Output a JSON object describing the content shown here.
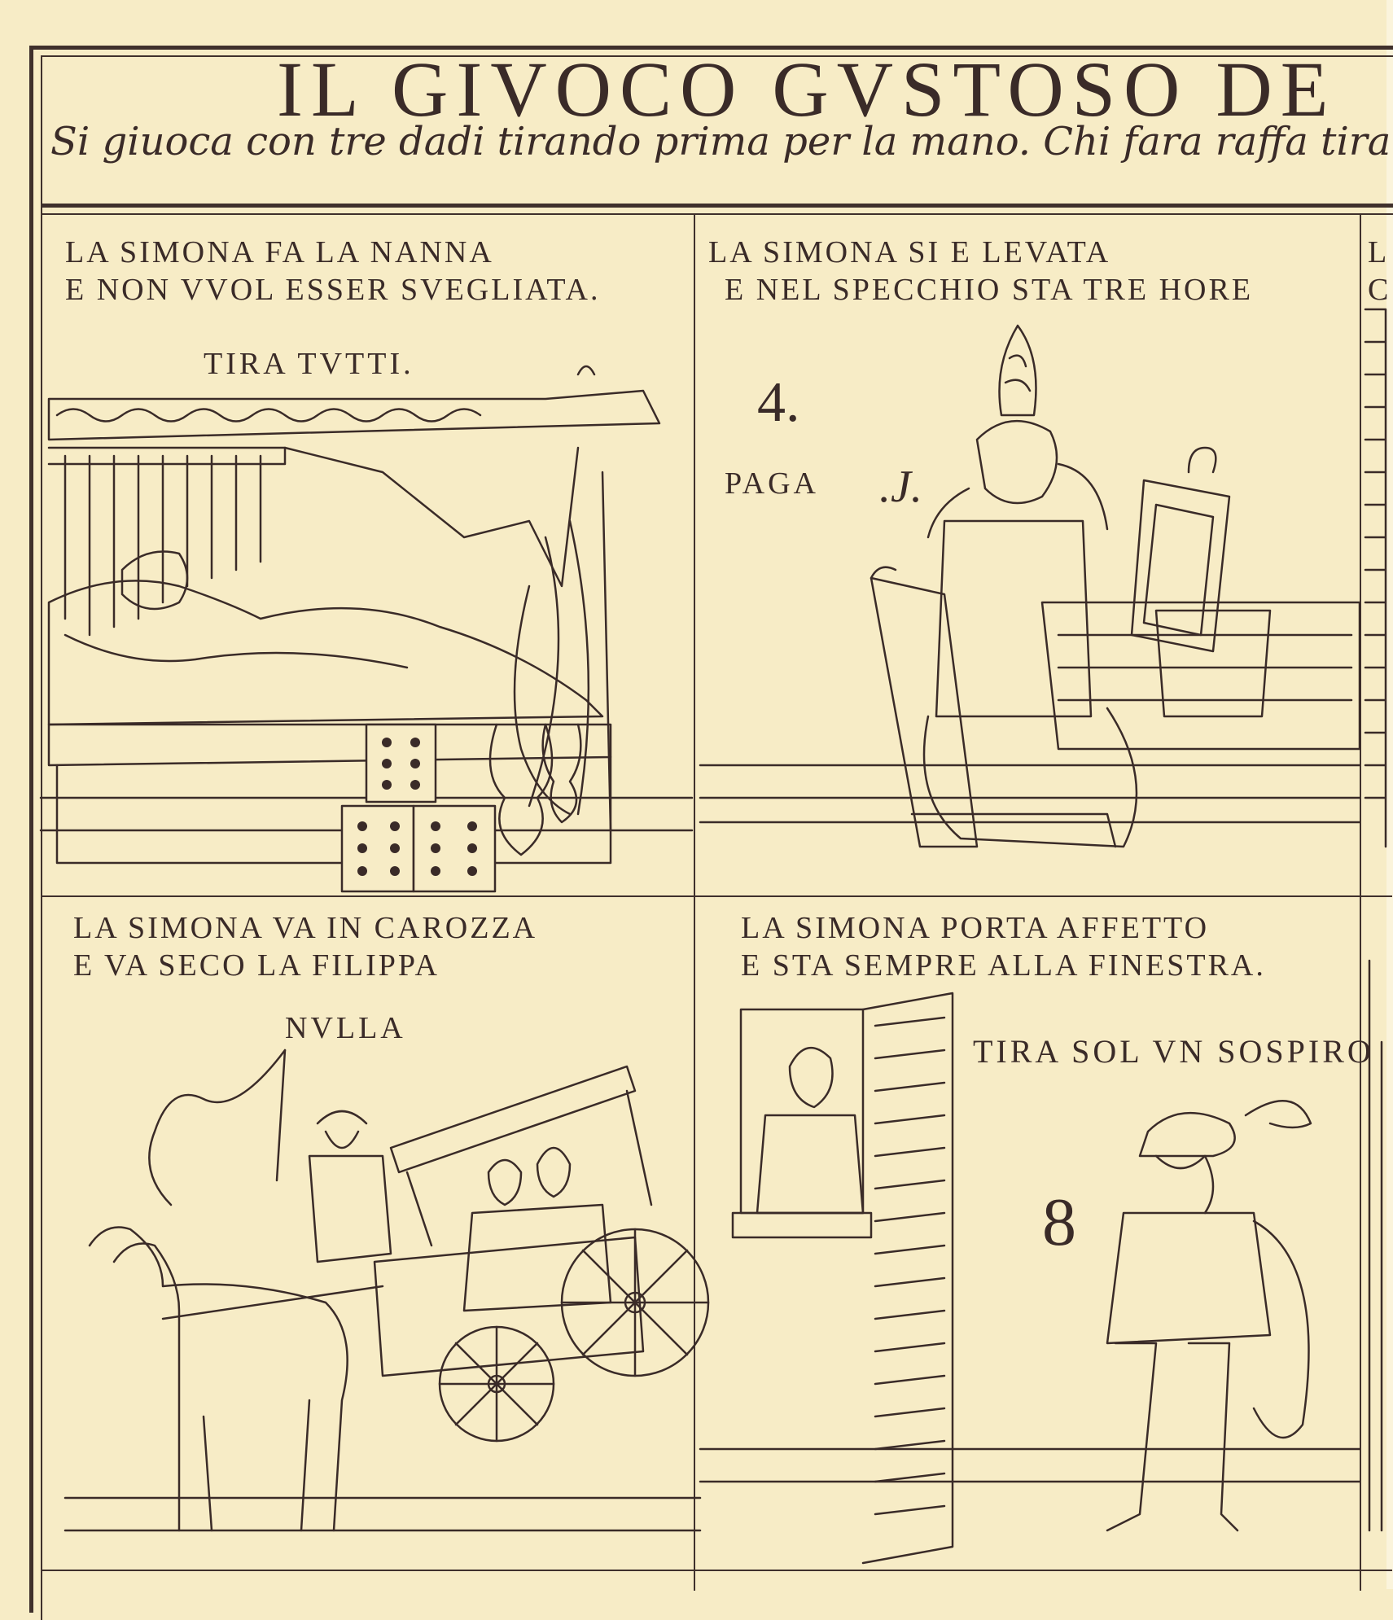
{
  "header": {
    "title": "IL GIVOCO GVSTOSO DE",
    "subtitle": "Si giuoca con tre dadi tirando prima per la mano. Chi fara raffa tira"
  },
  "panels": [
    {
      "line1": "LA SIMONA FA LA NANNA",
      "line2": "E NON VVOL ESSER SVEGLIATA.",
      "payout": "TIRA TVTTI.",
      "dice_pips": [
        6,
        6,
        6
      ]
    },
    {
      "line1": "LA SIMONA SI E LEVATA",
      "line2": "E NEL SPECCHIO STA TRE HORE",
      "number": "4.",
      "payout": "PAGA",
      "payout_mark": ".J."
    },
    {
      "line1": "LA SIMONA VA IN CAROZZA",
      "line2": "E VA SECO LA FILIPPA",
      "payout": "NVLLA"
    },
    {
      "line1": "LA SIMONA PORTA AFFETTO",
      "line2": "E STA SEMPRE ALLA FINESTRA.",
      "payout": "TIRA SOL VN SOSPIRO",
      "number": "8"
    }
  ],
  "clipped_right": {
    "row1_a": "L",
    "row1_b": "C"
  },
  "colors": {
    "paper": "#f7ecc6",
    "ink": "#3a2b28"
  }
}
